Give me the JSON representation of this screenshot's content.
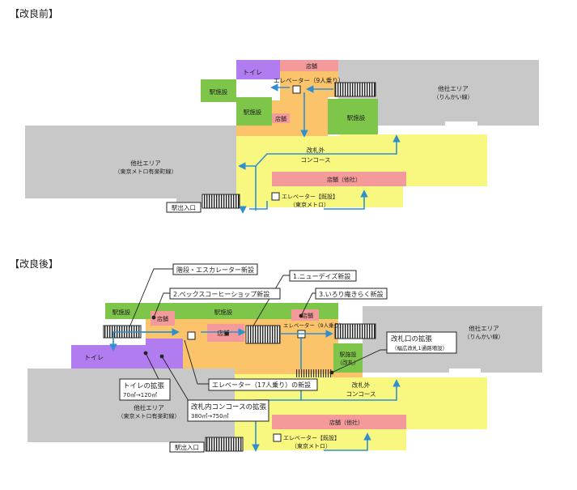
{
  "before": {
    "title": "【改良前】",
    "toilet": "トイレ",
    "shop_top": "店舗",
    "elevator": "エレベーター（9人乗り）",
    "station_facility_left": "駅施設",
    "station_facility_mid": "駅施設",
    "shop_small": "店舗",
    "station_facility_right": "駅施設",
    "other_area_right_1": "他社エリア",
    "other_area_right_2": "（りんかい線）",
    "other_area_left_1": "他社エリア",
    "other_area_left_2": "（東京メトロ有楽町線）",
    "concourse_1": "改札外",
    "concourse_2": "コンコース",
    "shop_other": "店舗（他社）",
    "elevator_existing_1": "エレベーター【既設】",
    "elevator_existing_2": "（東京メトロ）",
    "exit": "駅出入口"
  },
  "after": {
    "title": "【改良後】",
    "callout_stairs": "階段・エスカレーター新設",
    "callout_becks": "2.ベックスコーヒーショップ新設",
    "callout_newdays": "1.ニューデイズ新設",
    "callout_irori": "3.いろり庵きらく新設",
    "station_facility_left": "駅施設",
    "shop_a": "店舗",
    "station_facility_top": "駅施設",
    "shop_b": "店舗",
    "elevator": "エレベーター（9人乗り）",
    "shop_center": "店舗",
    "callout_gate_1": "改札口の拡張",
    "callout_gate_2": "（幅広改札1通路増設）",
    "other_area_right_1": "他社エリア",
    "other_area_right_2": "（りんかい線）",
    "toilet": "トイレ",
    "station_facility_gate_1": "駅施設",
    "station_facility_gate_2": "（改札）",
    "callout_toilet_1": "トイレの拡張",
    "callout_toilet_2": "70㎡→120㎡",
    "callout_elevator": "エレベーター（17人乗り）の新設",
    "concourse_1": "改札外",
    "concourse_2": "コンコース",
    "other_area_left_1": "他社エリア",
    "other_area_left_2": "（東京メトロ有楽町線）",
    "callout_concourse_1": "改札内コンコースの拡張",
    "callout_concourse_2": "380㎡→750㎡",
    "shop_other": "店舗（他社）",
    "elevator_existing_1": "エレベーター【既設】",
    "elevator_existing_2": "（東京メトロ）",
    "exit": "駅出入口"
  },
  "colors": {
    "gray": "#c8c8c8",
    "purple": "#b07cf0",
    "pink": "#f49a9a",
    "yellow": "#f8f880",
    "orange": "#fbc36a",
    "green": "#7dc64a",
    "arrow": "#2f8fcf"
  }
}
